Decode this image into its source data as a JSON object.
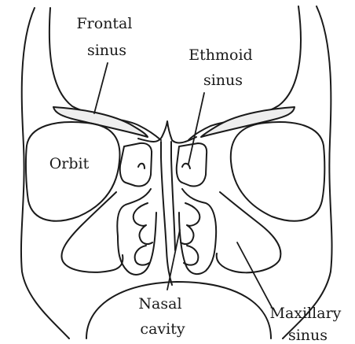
{
  "labels": {
    "frontal_sinus": [
      "Frontal",
      "sinus"
    ],
    "ethmoid_sinus": [
      "Ethmoid",
      "sinus"
    ],
    "orbit": "Orbit",
    "nasal_cavity": [
      "Nasal",
      "cavity"
    ],
    "maxillary_sinus": [
      "Maxillary",
      "sinus"
    ]
  },
  "colors": {
    "line": "#1a1a1a",
    "sinus_fill": "#eeeeee",
    "background": "#ffffff"
  }
}
